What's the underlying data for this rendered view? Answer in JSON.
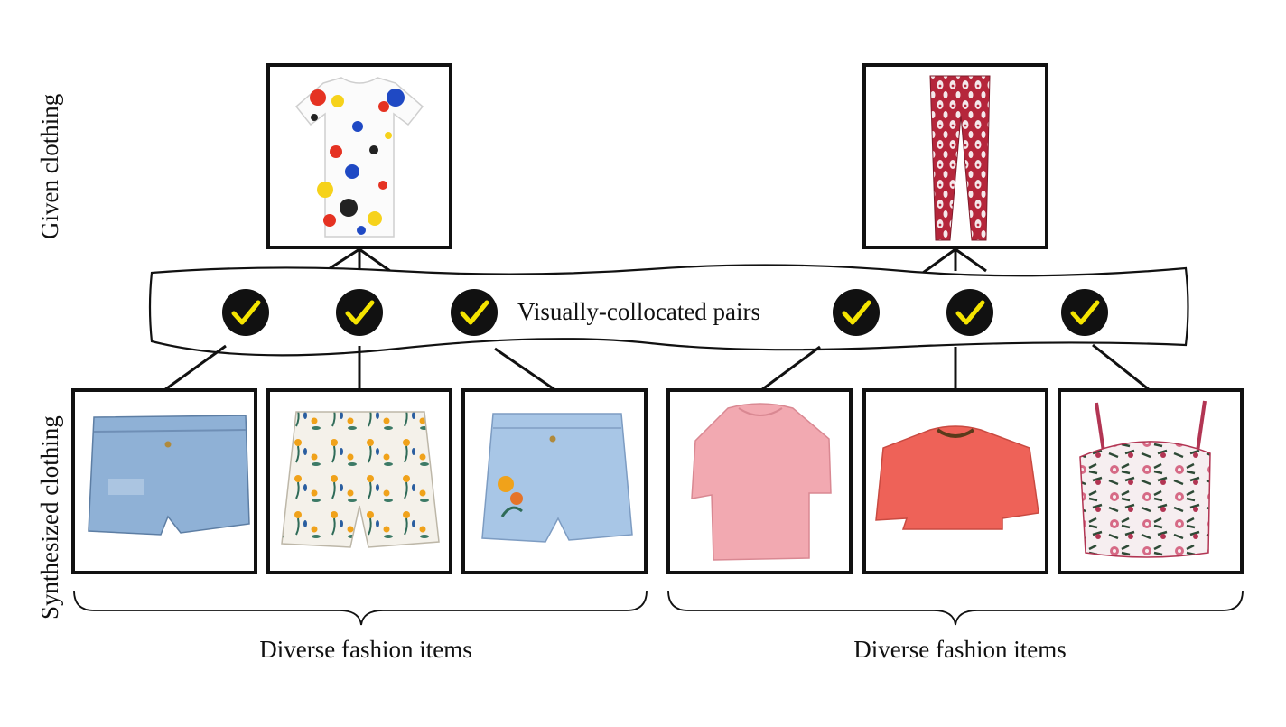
{
  "labels": {
    "given": "Given clothing",
    "synthesized": "Synthesized clothing",
    "banner": "Visually-collocated pairs",
    "caption_left": "Diverse fashion items",
    "caption_right": "Diverse fashion items"
  },
  "items": {
    "given": [
      "paint-splatter t-shirt",
      "red paisley pants"
    ],
    "synthesized": [
      "light denim shorts",
      "floral white shorts",
      "embroidered denim shorts",
      "pink blouse",
      "coral crop t-shirt",
      "floral bralette top"
    ]
  },
  "icons": {
    "check": "checkmark-icon"
  },
  "colors": {
    "check_bg": "#111111",
    "check_mark": "#f5e400",
    "frame": "#111111",
    "denim": "#8fb1d6",
    "pink": "#f2a9b1",
    "coral": "#ee6258",
    "paisley": "#b5263b"
  }
}
